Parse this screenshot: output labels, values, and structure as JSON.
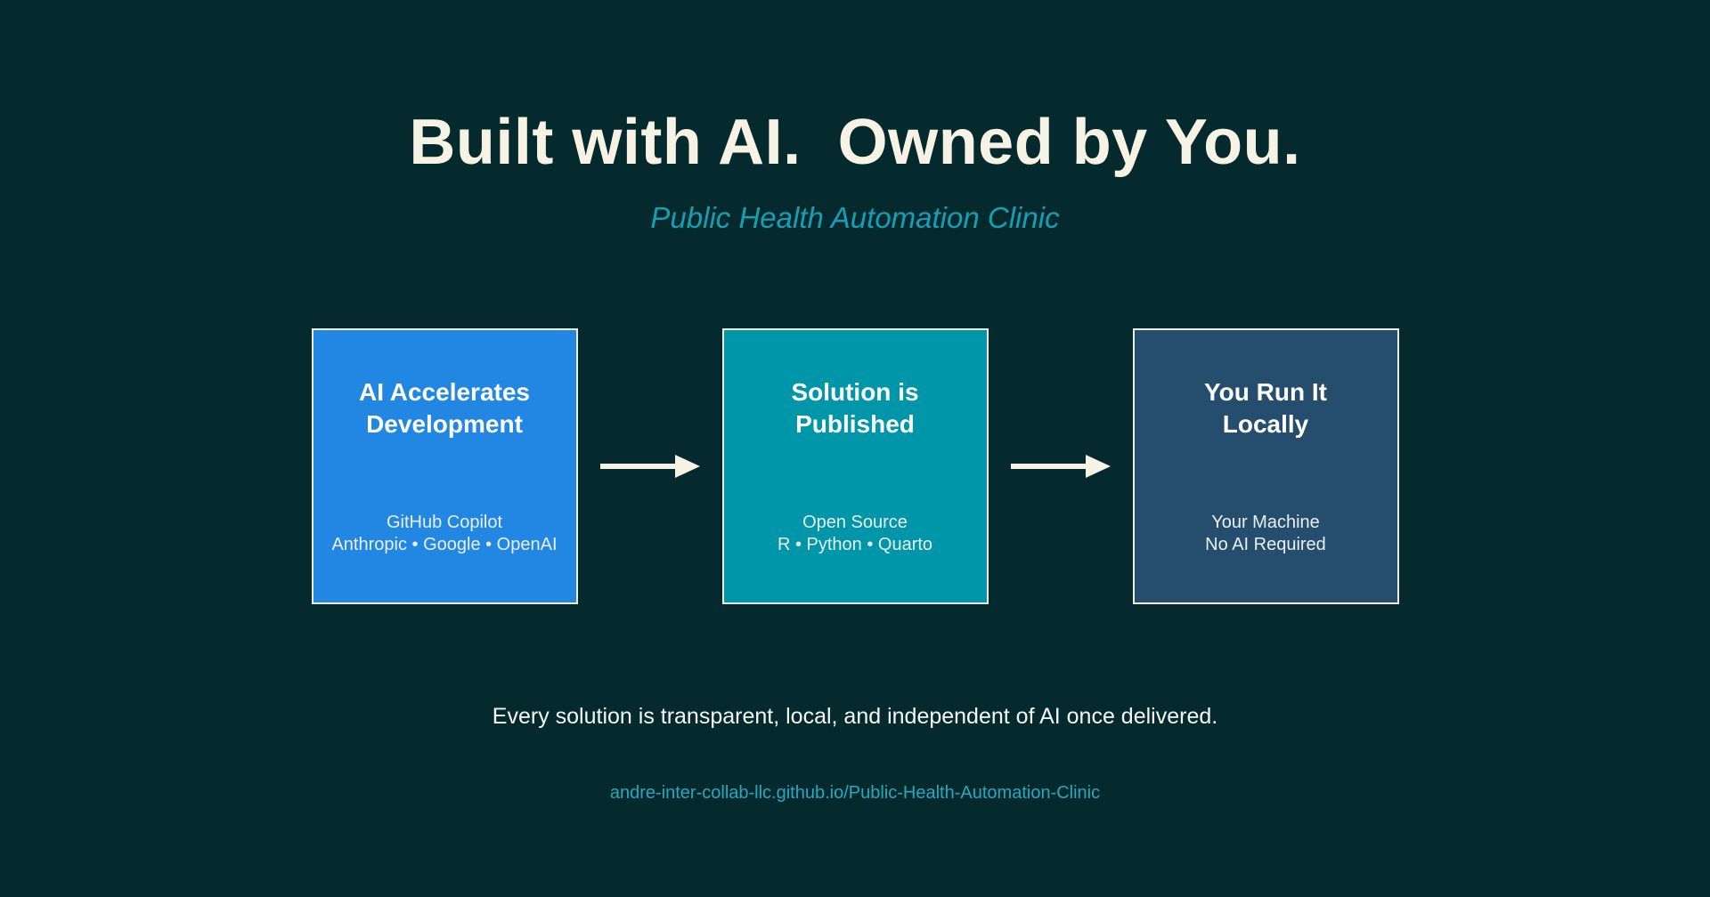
{
  "slide": {
    "title": "Built with AI.  Owned by You.",
    "subtitle": "Public Health Automation Clinic",
    "footer": "Every solution is transparent, local, and independent of AI once delivered.",
    "link": "andre-inter-collab-llc.github.io/Public-Health-Automation-Clinic"
  },
  "flow": {
    "boxes": [
      {
        "title": "AI Accelerates\nDevelopment",
        "subtext": "GitHub Copilot\nAnthropic • Google • OpenAI",
        "color": "#2287e2"
      },
      {
        "title": "Solution is\nPublished",
        "subtext": "Open Source\nR • Python • Quarto",
        "color": "#0096a9"
      },
      {
        "title": "You Run It\nLocally",
        "subtext": "Your Machine\nNo AI Required",
        "color": "#254d6e"
      }
    ]
  },
  "colors": {
    "background": "#042a2e",
    "cream": "#f7f3e4",
    "subtitle_teal": "#159fb5",
    "link_teal": "#2ba7bd",
    "box_border": "#f2eee0",
    "footer_text": "#f4f7f7",
    "arrow": "#f7f3e4"
  }
}
